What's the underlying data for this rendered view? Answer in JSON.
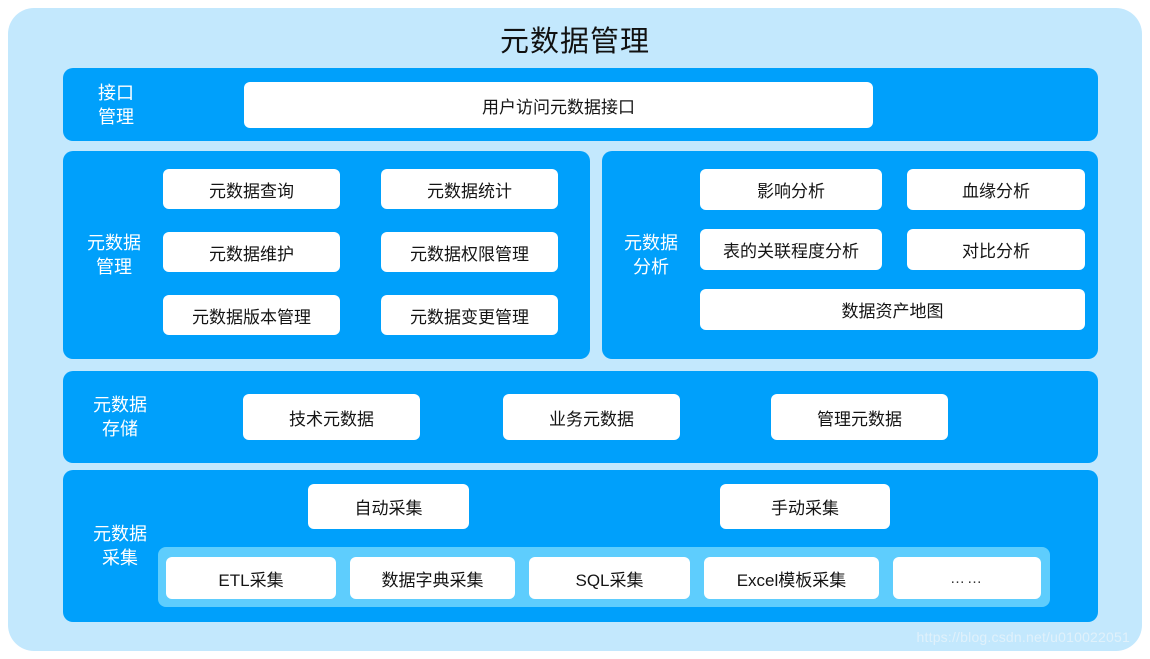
{
  "title": "元数据管理",
  "rows": {
    "interface": {
      "label": "接口\n管理",
      "items": [
        {
          "label": "用户访问元数据接口"
        }
      ]
    },
    "management": {
      "label": "元数据\n管理",
      "items": [
        {
          "label": "元数据查询"
        },
        {
          "label": "元数据统计"
        },
        {
          "label": "元数据维护"
        },
        {
          "label": "元数据权限管理"
        },
        {
          "label": "元数据版本管理"
        },
        {
          "label": "元数据变更管理"
        }
      ]
    },
    "analysis": {
      "label": "元数据\n分析",
      "items": [
        {
          "label": "影响分析"
        },
        {
          "label": "血缘分析"
        },
        {
          "label": "表的关联程度分析"
        },
        {
          "label": "对比分析"
        },
        {
          "label": "数据资产地图"
        }
      ]
    },
    "storage": {
      "label": "元数据\n存储",
      "items": [
        {
          "label": "技术元数据"
        },
        {
          "label": "业务元数据"
        },
        {
          "label": "管理元数据"
        }
      ]
    },
    "collection": {
      "label": "元数据\n采集",
      "items": [
        {
          "label": "自动采集"
        },
        {
          "label": "手动采集"
        }
      ],
      "methods": [
        {
          "label": "ETL采集"
        },
        {
          "label": "数据字典采集"
        },
        {
          "label": "SQL采集"
        },
        {
          "label": "Excel模板采集"
        },
        {
          "label": "……"
        }
      ]
    }
  },
  "watermark": "https://blog.csdn.net/u010022051",
  "colors": {
    "page_background": "#c3e8fd",
    "panel_blue": "#00a0fb",
    "inner_band_blue": "#5ecdfd",
    "card_white": "#ffffff",
    "title_text": "#111111"
  }
}
